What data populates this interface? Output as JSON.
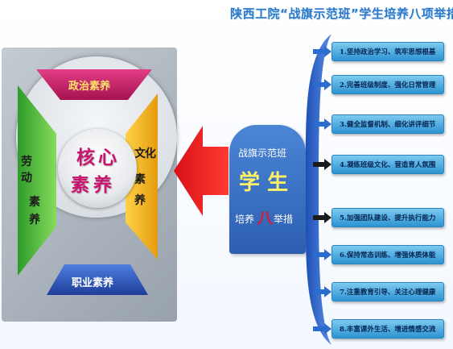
{
  "title": "陕西工院“战旗示范班”学生培养八项举措",
  "core": {
    "top": "政治素养",
    "left_top": "劳",
    "left_mid": "动",
    "left_b1": "素",
    "left_b2": "养",
    "right_top": "文",
    "right_mid": "化",
    "right_b1": "素",
    "right_b2": "养",
    "bottom": "职业素养",
    "c1": "核",
    "c2": "心",
    "c3": "素",
    "c4": "养"
  },
  "card": {
    "line1": "战旗示范班",
    "line2": "学 生",
    "line3a": "培养",
    "line3b": "八",
    "line3c": "举措"
  },
  "measures": [
    "1.坚持政治学习、筑牢思想根基",
    "2.完善班级制度、强化日常管理",
    "3.健全监督机制、细化讲评细节",
    "4.凝练班级文化、营造育人氛围",
    "5.加强团队建设、提升执行能力",
    "6.保持常态训练、增强体质体能",
    "7.注重教育引导、关注心理健康",
    "8.丰富课外生活、增进情感交流"
  ],
  "colors": {
    "title": "#2b79c8",
    "politics": "#c71f6a",
    "labor": "#5ec24a",
    "culture": "#f0b51e",
    "career": "#2f58c0",
    "arrow": "#e6151b",
    "card": "#3a72c8",
    "box": "#3da6e0"
  }
}
